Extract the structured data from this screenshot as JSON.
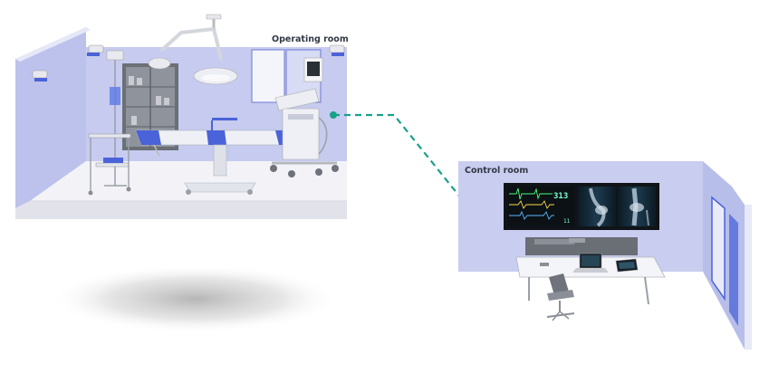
{
  "rooms": {
    "operating": {
      "label": "Operating room"
    },
    "control": {
      "label": "Control room"
    }
  },
  "monitor": {
    "primary_value": "313",
    "secondary_value": "11"
  },
  "colors": {
    "wall": "#c9cdf0",
    "wall_dark": "#b6bbe8",
    "floor": "#f4f4f8",
    "accent_blue": "#4a63d8",
    "link": "#1aa089",
    "screen": "#101418"
  },
  "icons": [
    "camera-icon",
    "surgical-light-icon",
    "operating-table-icon",
    "anesthesia-machine-icon",
    "iv-pole-icon",
    "instrument-cart-icon",
    "cabinet-icon",
    "video-wall-icon",
    "laptop-icon",
    "tablet-icon",
    "chair-icon",
    "desk-icon"
  ]
}
